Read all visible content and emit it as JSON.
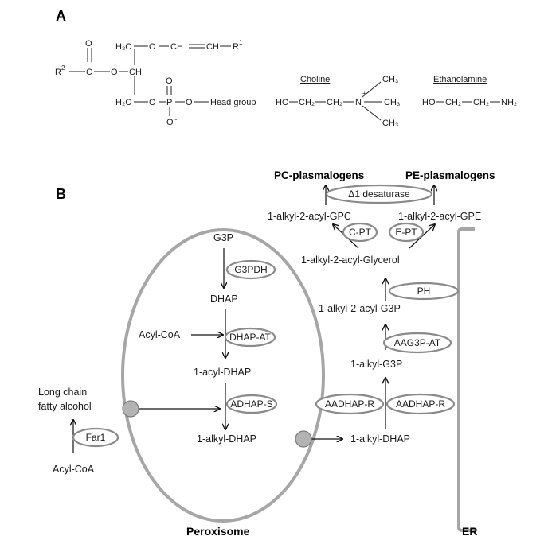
{
  "panels": {
    "a": "A",
    "b": "B"
  },
  "structure": {
    "h2c_top": "H₂C",
    "o1": "O",
    "vinyl_ch1": "CH",
    "vinyl_ch2": "CH",
    "r1_base": "R",
    "r1_sup": "1",
    "carbonyl_o": "O",
    "r2_base": "R",
    "r2_sup": "2",
    "c_atom": "C",
    "o2": "O",
    "ch_mid": "CH",
    "h2c_bottom": "H₂C",
    "o3": "O",
    "p_atom": "P",
    "o4": "O",
    "head_group": "Head group",
    "p_top_o": "O",
    "p_bottom_o": "O",
    "minus": "-"
  },
  "choline": {
    "title": "Choline",
    "ho": "HO",
    "ch2a": "CH₂",
    "ch2b": "CH₂",
    "n": "N",
    "plus": "+",
    "me_top": "CH₃",
    "me_right": "CH₃",
    "me_bottom": "CH₃"
  },
  "ethanolamine": {
    "title": "Ethanolamine",
    "ho": "HO",
    "ch2a": "CH₂",
    "ch2b": "CH₂",
    "nh2": "NH₂"
  },
  "pathway": {
    "products": {
      "pc": "PC-plasmalogens",
      "pe": "PE-plasmalogens"
    },
    "metabolites": {
      "g3p": "G3P",
      "dhap": "DHAP",
      "acyl_coa_1": "Acyl-CoA",
      "acyl_dhap": "1-acyl-DHAP",
      "long_chain_1": "Long chain",
      "long_chain_2": "fatty alcohol",
      "acyl_coa_2": "Acyl-CoA",
      "alkyl_dhap_pero": "1-alkyl-DHAP",
      "alkyl_dhap_er": "1-alkyl-DHAP",
      "alkyl_g3p": "1-alkyl-G3P",
      "alkyl_acyl_g3p": "1-alkyl-2-acyl-G3P",
      "alkyl_acyl_glycerol": "1-alkyl-2-acyl-Glycerol",
      "alkyl_acyl_gpc": "1-alkyl-2-acyl-GPC",
      "alkyl_acyl_gpe": "1-alkyl-2-acyl-GPE"
    },
    "enzymes": {
      "desaturase": "Δ1 desaturase",
      "cpt": "C-PT",
      "ept": "E-PT",
      "ph": "PH",
      "aag3pat": "AAG3P-AT",
      "aadhapr_left": "AADHAP-R",
      "aadhapr_right": "AADHAP-R",
      "g3pdh": "G3PDH",
      "dhapat": "DHAP-AT",
      "adhaps": "ADHAP-S",
      "far1": "Far1"
    },
    "compartments": {
      "peroxisome": "Peroxisome",
      "er": "ER"
    }
  }
}
